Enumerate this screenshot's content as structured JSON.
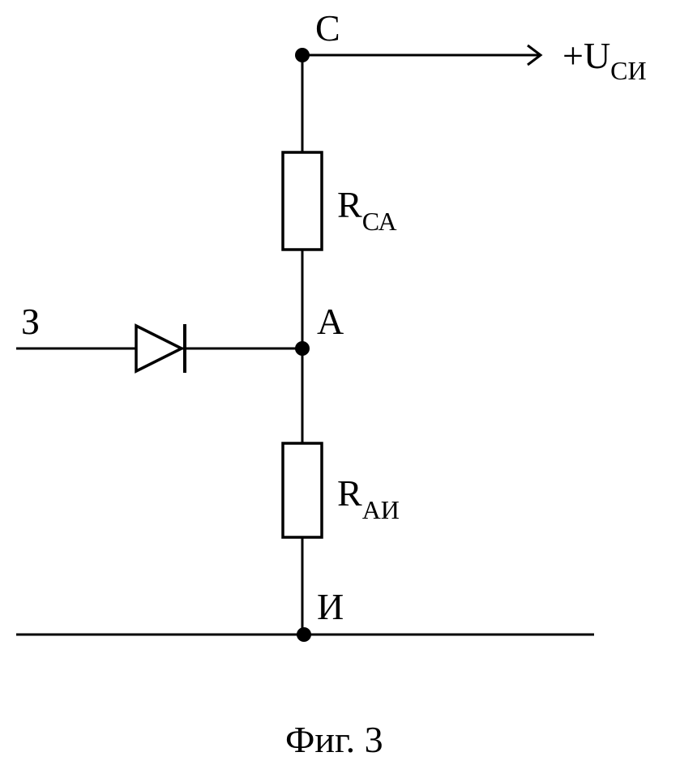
{
  "nodes": {
    "c": "C",
    "a": "A",
    "i": "И"
  },
  "output": {
    "prefix": "+U",
    "subscript": "СИ"
  },
  "input_label": "З",
  "resistor_top": {
    "letter": "R",
    "subscript": "СА"
  },
  "resistor_bottom": {
    "letter": "R",
    "subscript": "АИ"
  },
  "caption": "Фиг. 3"
}
